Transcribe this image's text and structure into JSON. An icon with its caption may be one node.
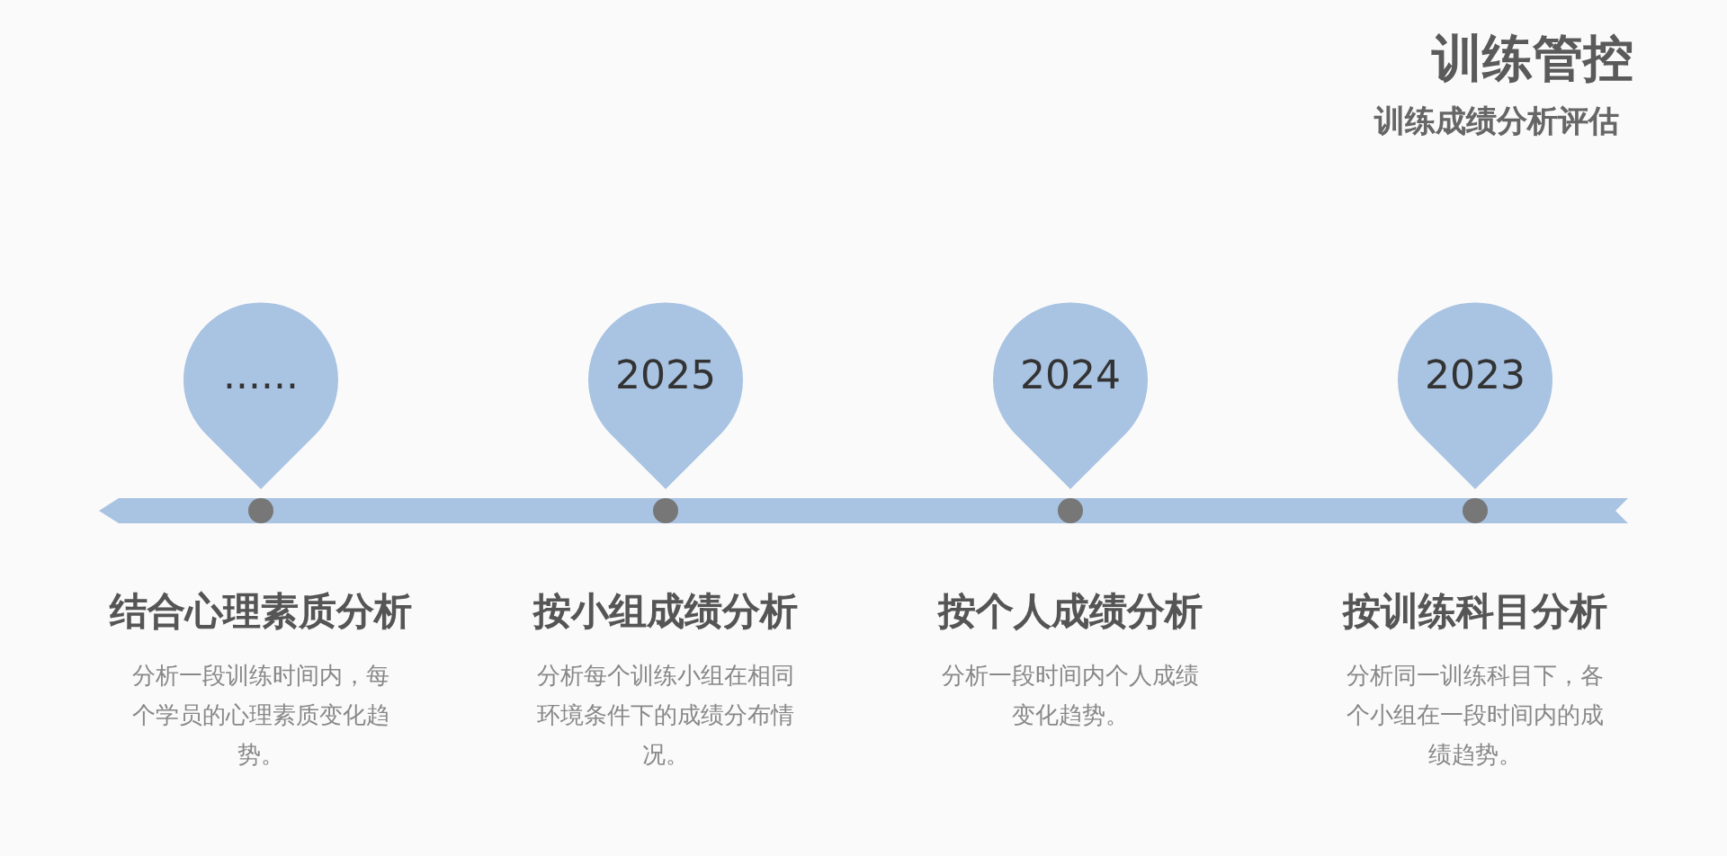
{
  "diagram": {
    "title": "训练管控",
    "caption": "训练成绩分析评估",
    "nodes": [
      {
        "text": [
          "2023"
        ]
      },
      {
        "text": [
          "2024"
        ]
      },
      {
        "text": [
          "2025"
        ]
      },
      {
        "text": [
          "......"
        ]
      }
    ],
    "labels": [
      "按训练科目分析",
      "分析同一训练科目下，各个小组在一段时间内的成绩趋势。",
      "按个人成绩分析",
      "分析一段时间内个人成绩变化趋势。",
      "按小组成绩分析",
      "分析每个训练小组在相同环境条件下的成绩分布情况。",
      "结合心理素质分析",
      "分析一段训练时间内，每个学员的心理素质变化趋势。"
    ]
  }
}
